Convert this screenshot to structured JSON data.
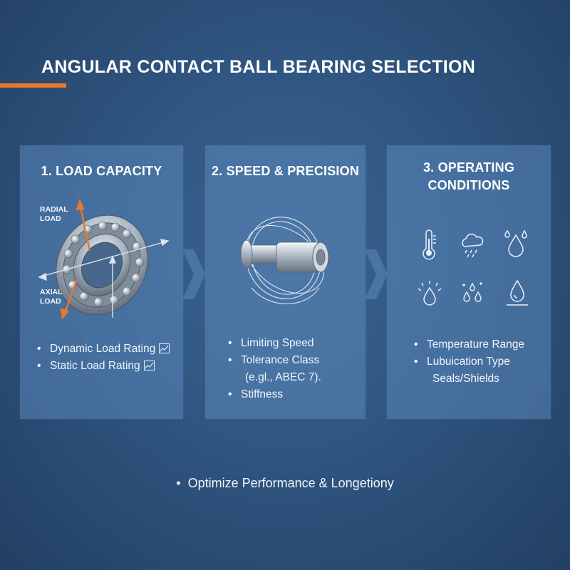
{
  "title": "ANGULAR CONTACT BALL BEARING SELECTION",
  "colors": {
    "accent": "#e8782f",
    "panel": "#5a87b9",
    "background": "#2f5580"
  },
  "panels": [
    {
      "title": "1. LOAD CAPACITY",
      "labels": {
        "radial": "RADIAL LOAD",
        "axial": "AXIAL LOAD"
      },
      "bullets": [
        "Dynamic Load Rating",
        "Static Load Rating"
      ]
    },
    {
      "title": "2. SPEED & PRECISION",
      "bullets": [
        "Limiting Speed",
        "Tolerance Class",
        "(e.gl., ABEC 7).",
        "Stiffness"
      ]
    },
    {
      "title": "3. OPERATING CONDITIONS",
      "icons": [
        "thermometer-icon",
        "cloud-rain-icon",
        "water-drops-icon",
        "splash-drop-icon",
        "sparkle-drops-icon",
        "oil-drop-icon"
      ],
      "bullets": [
        "Temperature Range",
        "Lubuication Type",
        "Seals/Shields"
      ]
    }
  ],
  "footer": "Optimize Performance & Longetiony"
}
